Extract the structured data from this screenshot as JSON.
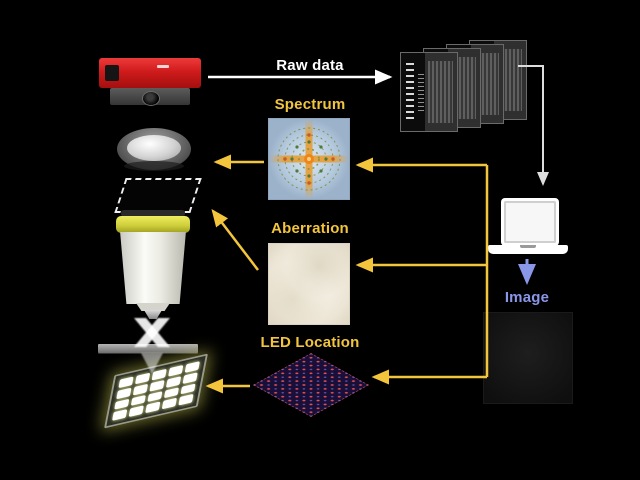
{
  "figure": {
    "labels": {
      "raw_data": "Raw data",
      "spectrum": "Spectrum",
      "aberration": "Aberration",
      "led_location": "LED Location",
      "image": "Image"
    },
    "colors": {
      "background": "#000000",
      "label_white": "#ffffff",
      "label_yellow": "#f2c53d",
      "label_blue": "#8a97e8",
      "arrow_yellow": "#f2c53d",
      "arrow_white": "#ffffff",
      "camera_red": "#cf1b1b",
      "objective_ring_yellow": "#cfcf3c"
    },
    "icons": [
      "camera-icon",
      "tube-lens-icon",
      "aperture-icon",
      "objective-icon",
      "sample-slide-icon",
      "led-array-icon",
      "raw-data-stack",
      "laptop-icon",
      "spectrum-map",
      "aberration-map",
      "led-location-map",
      "reconstructed-image"
    ]
  }
}
